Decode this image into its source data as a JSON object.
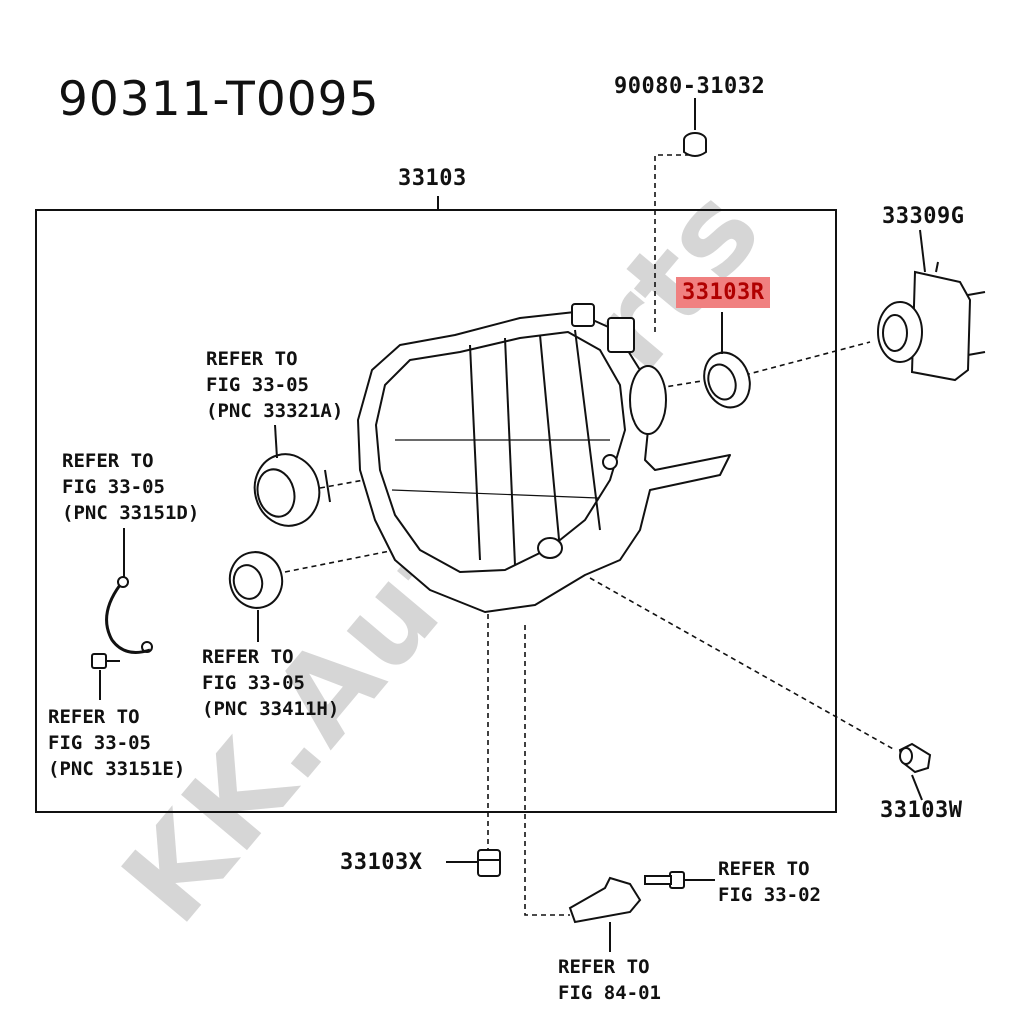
{
  "title": "90311-T0095",
  "parts": {
    "bolt_top": "90080-31032",
    "case": "33103",
    "flange": "33309G",
    "seal_highlighted": "33103R",
    "plug_right": "33103W",
    "plug_bottom": "33103X"
  },
  "references": {
    "bearing_upper": {
      "line1": "REFER TO",
      "line2": "FIG 33-05",
      "line3": "(PNC 33321A)"
    },
    "snap_ring": {
      "line1": "REFER TO",
      "line2": "FIG 33-05",
      "line3": "(PNC 33151D)"
    },
    "bearing_lower": {
      "line1": "REFER TO",
      "line2": "FIG 33-05",
      "line3": "(PNC 33411H)"
    },
    "small_bolt": {
      "line1": "REFER TO",
      "line2": "FIG 33-05",
      "line3": "(PNC 33151E)"
    },
    "bracket_bolt": {
      "line1": "REFER TO",
      "line2": "FIG 33-02"
    },
    "bracket": {
      "line1": "REFER TO",
      "line2": "FIG 84-01"
    }
  },
  "watermark": "KK.AutoParts",
  "colors": {
    "highlight_bg": "#f08080",
    "highlight_text": "#b00000",
    "line": "#111111",
    "watermark": "#c8c8c8"
  }
}
